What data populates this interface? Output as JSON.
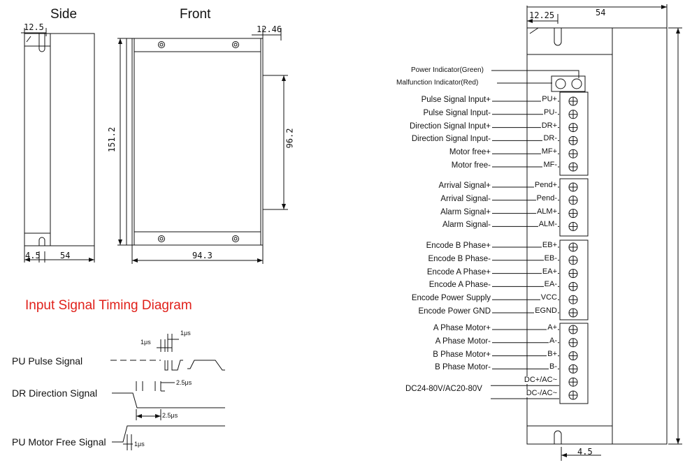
{
  "views": {
    "side": "Side",
    "front": "Front"
  },
  "dims": {
    "side_top": "12.5",
    "side_bottom_left": "4.5",
    "side_bottom_width": "54",
    "front_top_right": "12.46",
    "front_height": "151.2",
    "front_hole_span": "96.2",
    "front_width": "94.3",
    "right_top_offset": "12.25",
    "right_top_width": "54",
    "right_bottom": "4.5"
  },
  "timing": {
    "title": "Input Signal Timing Diagram",
    "signals": [
      {
        "name": "PU  Pulse Signal"
      },
      {
        "name": "DR  Direction Signal"
      },
      {
        "name": "PU  Motor Free Signal"
      }
    ],
    "annotations": {
      "t1": "1μs",
      "t2": "1μs",
      "t3": "2.5μs",
      "t4": "2.5μs",
      "t5": "1μs"
    }
  },
  "indicators": [
    {
      "label": "Power Indicator(Green)"
    },
    {
      "label": "Malfunction Indicator(Red)"
    }
  ],
  "terminal_groups": [
    {
      "rows": [
        {
          "label": "Pulse Signal Input+",
          "terminal": "PU+"
        },
        {
          "label": "Pulse Signal Input-",
          "terminal": "PU-"
        },
        {
          "label": "Direction Signal Input+",
          "terminal": "DR+"
        },
        {
          "label": "Direction Signal Input-",
          "terminal": "DR-"
        },
        {
          "label": "Motor free+",
          "terminal": "MF+"
        },
        {
          "label": "Motor free-",
          "terminal": "MF-"
        }
      ]
    },
    {
      "rows": [
        {
          "label": "Arrival Signal+",
          "terminal": "Pend+"
        },
        {
          "label": "Arrival Signal-",
          "terminal": "Pend-"
        },
        {
          "label": "Alarm Signal+",
          "terminal": "ALM+"
        },
        {
          "label": "Alarm Signal-",
          "terminal": "ALM-"
        }
      ]
    },
    {
      "rows": [
        {
          "label": "Encode B Phase+",
          "terminal": "EB+"
        },
        {
          "label": "Encode B Phase-",
          "terminal": "EB-"
        },
        {
          "label": "Encode A Phase+",
          "terminal": "EA+"
        },
        {
          "label": "Encode A Phase-",
          "terminal": "EA-"
        },
        {
          "label": "Encode Power Supply",
          "terminal": "VCC"
        },
        {
          "label": "Encode Power GND",
          "terminal": "EGND"
        }
      ]
    },
    {
      "rows": [
        {
          "label": "A Phase Motor+",
          "terminal": "A+"
        },
        {
          "label": "A Phase Motor-",
          "terminal": "A-"
        },
        {
          "label": "B Phase Motor+",
          "terminal": "B+"
        },
        {
          "label": "B Phase Motor-",
          "terminal": "B-"
        },
        {
          "label": "",
          "terminal": "DC+/AC~"
        },
        {
          "label": "",
          "terminal": "DC-/AC~"
        }
      ]
    }
  ],
  "power_label": "DC24-80V/AC20-80V"
}
